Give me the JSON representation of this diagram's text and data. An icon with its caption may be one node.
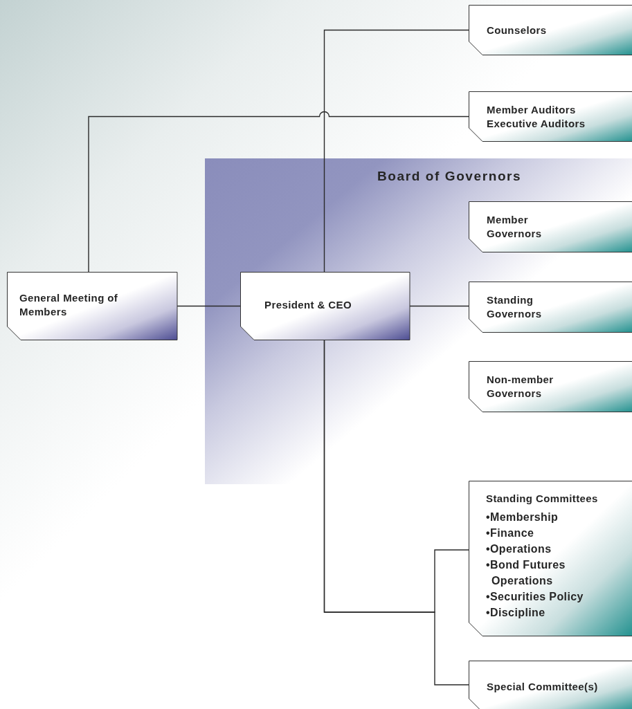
{
  "diagram": {
    "nodes": [
      {
        "text": [
          "Counselors"
        ]
      },
      {
        "text": [
          "Member Auditors",
          "Executive Auditors"
        ]
      },
      {
        "text": [
          "Board of Governors"
        ]
      },
      {
        "text": [
          "Member Governors"
        ],
        "in": 2
      },
      {
        "text": [
          "General Meeting of Members"
        ]
      },
      {
        "text": [
          "President & CEO"
        ],
        "in": 2
      },
      {
        "text": [
          "Standing Governors"
        ],
        "in": 2
      },
      {
        "text": [
          "Non-member Governors"
        ],
        "in": 2
      },
      {
        "text": [
          "Standing Committees",
          "•Membership",
          "•Finance",
          "•Operations",
          "•Bond Futures Operations",
          "•Securities Policy",
          "•Discipline"
        ]
      },
      {
        "text": [
          "Special Committee(s)"
        ]
      }
    ],
    "edges": [
      {
        "from": 4,
        "to": 1,
        "arrow": "none"
      },
      {
        "from": 4,
        "to": 5,
        "arrow": "none"
      },
      {
        "from": 5,
        "to": 0,
        "arrow": "none"
      },
      {
        "from": 5,
        "to": 6,
        "arrow": "none"
      },
      {
        "from": 5,
        "to": 8,
        "arrow": "none"
      },
      {
        "from": 5,
        "to": 9,
        "arrow": "none"
      }
    ]
  }
}
